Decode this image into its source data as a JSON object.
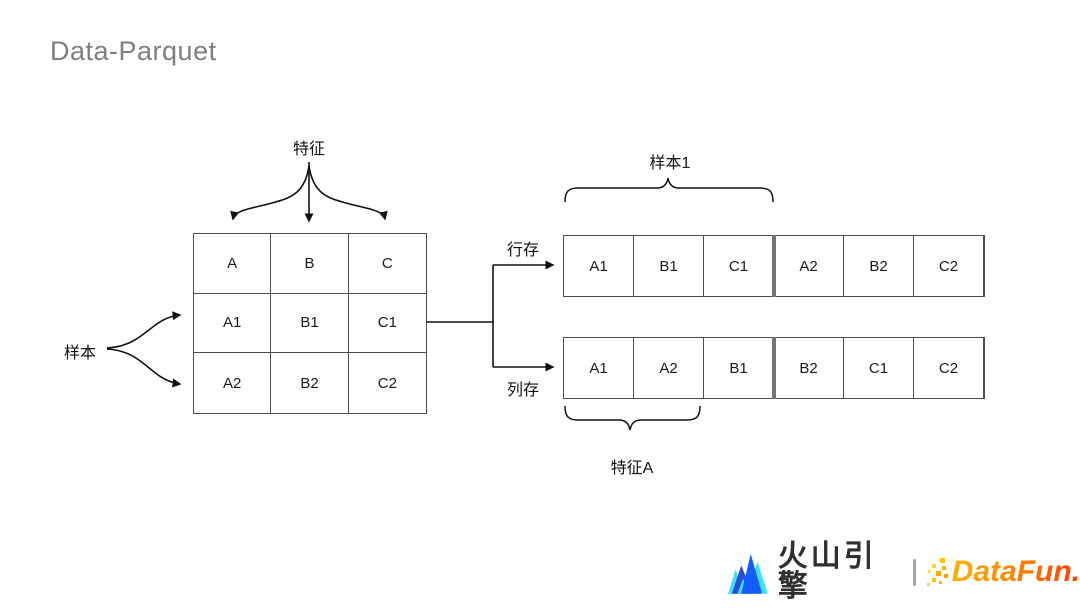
{
  "title": "Data-Parquet",
  "matrix": {
    "cells": [
      "A",
      "B",
      "C",
      "A1",
      "B1",
      "C1",
      "A2",
      "B2",
      "C2"
    ]
  },
  "row_strip": {
    "cells": [
      "A1",
      "B1",
      "C1",
      "A2",
      "B2",
      "C2"
    ]
  },
  "col_strip": {
    "cells": [
      "A1",
      "A2",
      "B1",
      "B2",
      "C1",
      "C2"
    ]
  },
  "labels": {
    "features": "特征",
    "samples": "样本",
    "row_storage": "行存",
    "column_storage": "列存",
    "sample1": "样本1",
    "feature_a": "特征A"
  },
  "footer": {
    "volcengine_name": "火山引擎",
    "datafun_name": "DataFun.",
    "colors": {
      "title_gray": "#7f7f7f",
      "line_black": "#111111",
      "border_gray": "#4d4d4d",
      "divider_gray": "#757575",
      "mountain_blue": "#135CFF",
      "mountain_dark_blue": "#2B4BDB",
      "mountain_cyan": "#3FE2F2",
      "datafun_gradient_start": "#FFB000",
      "datafun_gradient_end": "#FF3D00"
    }
  }
}
